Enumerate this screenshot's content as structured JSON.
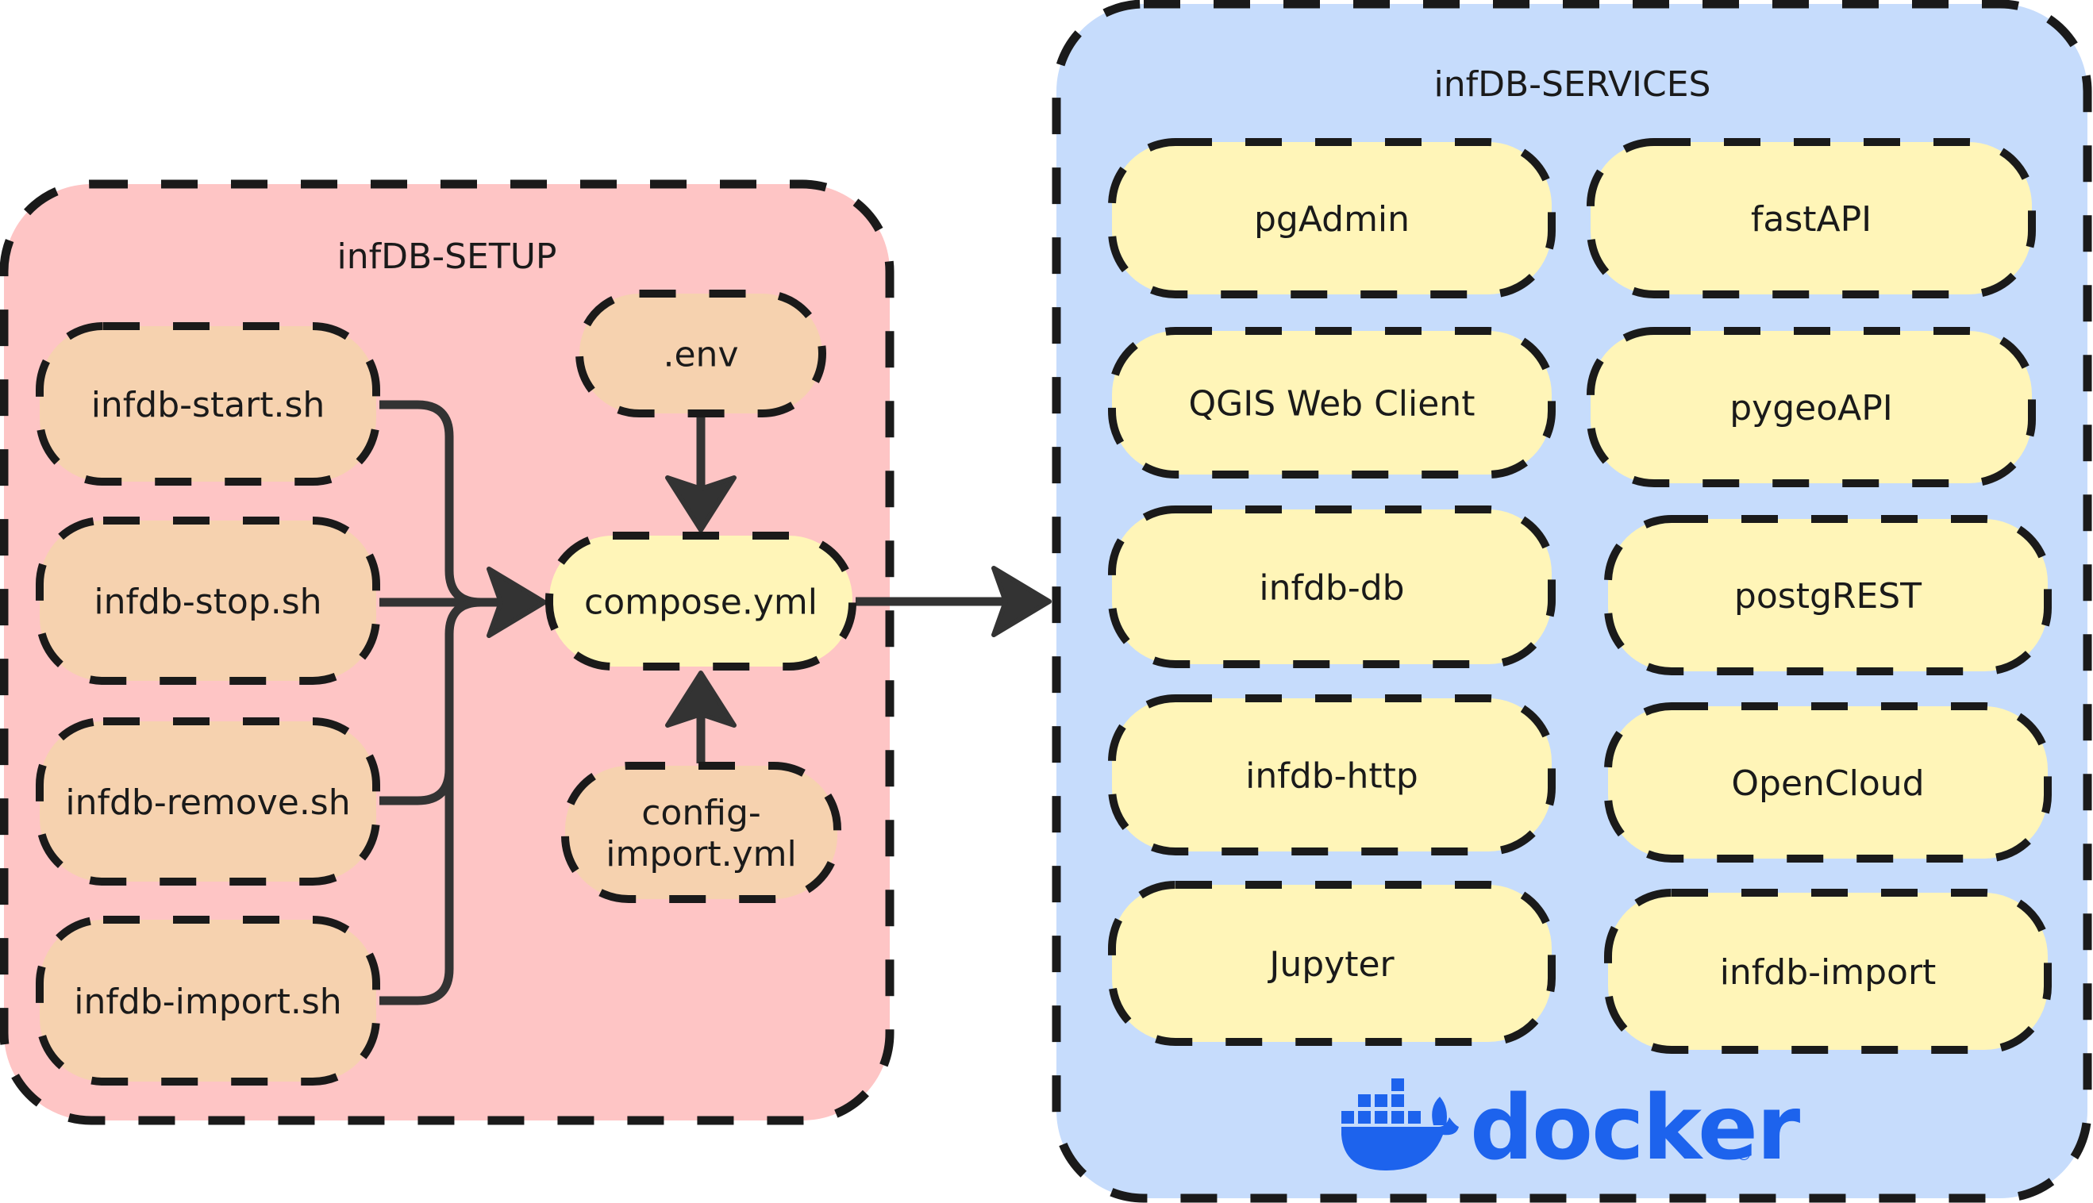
{
  "colors": {
    "setup_fill": "#FEC5C5",
    "services_fill": "#C6DCFC",
    "file_fill": "#F6D2AF",
    "service_fill": "#FFF5B8",
    "stroke": "#1A1A1A",
    "connector": "#333333",
    "docker_blue": "#1D63ED",
    "text": "#1A1A1A"
  },
  "setup": {
    "title": "infDB-SETUP",
    "scripts": [
      {
        "id": "start",
        "label": "infdb-start.sh"
      },
      {
        "id": "stop",
        "label": "infdb-stop.sh"
      },
      {
        "id": "remove",
        "label": "infdb-remove.sh"
      },
      {
        "id": "import",
        "label": "infdb-import.sh"
      }
    ],
    "env": {
      "label": ".env"
    },
    "compose": {
      "label": "compose.yml"
    },
    "config": {
      "label_lines": [
        "config-",
        "import.yml"
      ]
    }
  },
  "services": {
    "title": "infDB-SERVICES",
    "left_column": [
      {
        "label": "pgAdmin"
      },
      {
        "label": "QGIS Web Client"
      },
      {
        "label": "infdb-db"
      },
      {
        "label": "infdb-http"
      },
      {
        "label": "Jupyter"
      }
    ],
    "right_column": [
      {
        "label": "fastAPI"
      },
      {
        "label": "pygeoAPI"
      },
      {
        "label": "postgREST"
      },
      {
        "label": "OpenCloud"
      },
      {
        "label": "infdb-import"
      }
    ],
    "logo": {
      "icon": "docker-whale-icon",
      "wordmark": "docker",
      "registered": "®"
    }
  },
  "edges": [
    {
      "from": "infdb-start.sh",
      "to": "compose.yml"
    },
    {
      "from": "infdb-stop.sh",
      "to": "compose.yml"
    },
    {
      "from": "infdb-remove.sh",
      "to": "compose.yml"
    },
    {
      "from": "infdb-import.sh",
      "to": "compose.yml"
    },
    {
      "from": ".env",
      "to": "compose.yml"
    },
    {
      "from": "config-import.yml",
      "to": "compose.yml"
    },
    {
      "from": "compose.yml",
      "to": "infDB-SERVICES"
    }
  ]
}
